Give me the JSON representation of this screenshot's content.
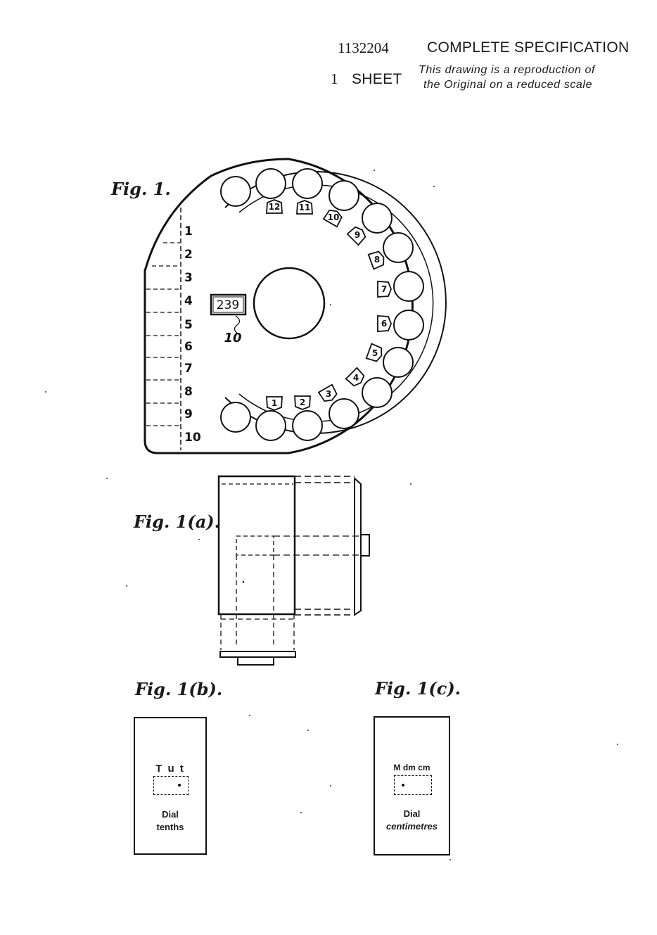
{
  "header": {
    "spec_number": "1132204",
    "spec_title": "COMPLETE SPECIFICATION",
    "sheet_count": "1",
    "sheet_label": "SHEET",
    "note_line1": "This drawing is a reproduction of",
    "note_line2": "the Original on a reduced scale"
  },
  "figures": {
    "fig1": {
      "label": "Fig. 1.",
      "scale_numbers": [
        "1",
        "2",
        "3",
        "4",
        "5",
        "6",
        "7",
        "8",
        "9",
        "10"
      ],
      "dial_numbers": [
        "1",
        "2",
        "3",
        "4",
        "5",
        "6",
        "7",
        "8",
        "9",
        "10",
        "11",
        "12"
      ],
      "display_value": "239",
      "reference_numeral": "10"
    },
    "fig1a": {
      "label": "Fig. 1(a)."
    },
    "fig1b": {
      "label": "Fig. 1(b).",
      "window_label": "T u t",
      "caption_line1": "Dial",
      "caption_line2": "tenths"
    },
    "fig1c": {
      "label": "Fig. 1(c).",
      "window_label": "M dm cm",
      "caption_line1": "Dial",
      "caption_line2": "centimetres"
    }
  }
}
